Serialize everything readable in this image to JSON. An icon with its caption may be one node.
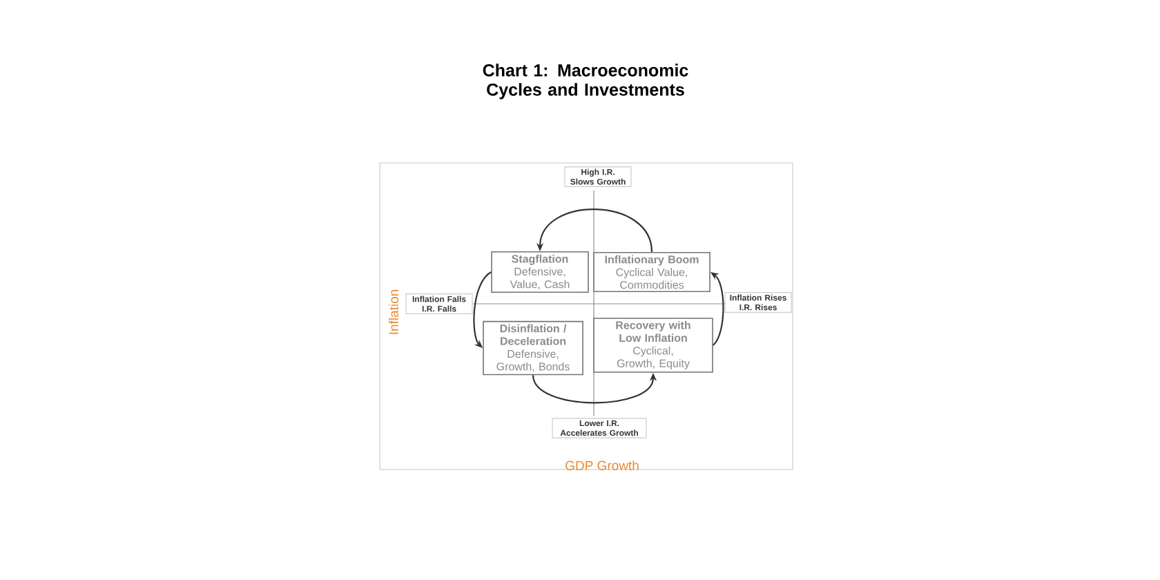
{
  "diagram": {
    "title": "Chart 1: Macroeconomic Cycles and Investments",
    "nodes": [
      {
        "text": [
          "High I.R. Slows Growth"
        ]
      },
      {
        "text": [
          "Stagflation",
          "Defensive, Value, Cash"
        ]
      },
      {
        "text": [
          "Inflationary Boom",
          "Cyclical Value, Commodities"
        ]
      },
      {
        "text": [
          "Inflation Falls I.R. Falls"
        ]
      },
      {
        "text": [
          "Inflation Rises I.R. Rises"
        ]
      },
      {
        "text": [
          "Disinflation / Deceleration",
          "Defensive, Growth, Bonds"
        ]
      },
      {
        "text": [
          "Recovery with Low Inflation",
          "Cyclical, Growth, Equity"
        ]
      },
      {
        "text": [
          "Lower I.R. Accelerates Growth"
        ]
      }
    ],
    "edges": [
      {
        "from": 2,
        "to": 1,
        "arrow": "to"
      },
      {
        "from": 1,
        "to": 5,
        "arrow": "to"
      },
      {
        "from": 5,
        "to": 6,
        "arrow": "to"
      },
      {
        "from": 6,
        "to": 2,
        "arrow": "to"
      }
    ],
    "labels": [
      "Inflation",
      "GDP Growth"
    ]
  }
}
